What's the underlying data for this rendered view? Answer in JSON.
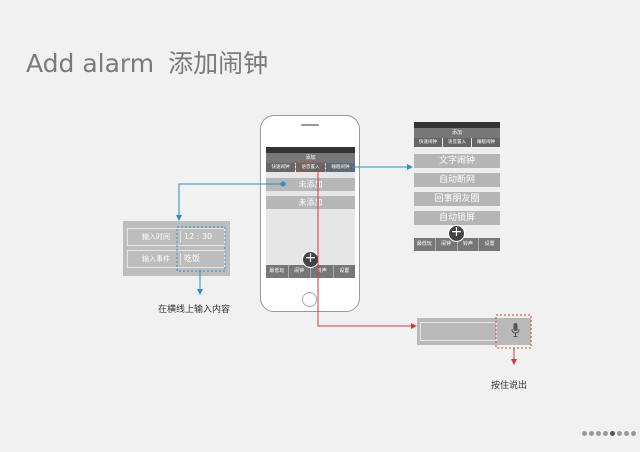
{
  "title": {
    "en": "Add alarm",
    "zh": "添加闹钟"
  },
  "phone": {
    "header": "添加",
    "tabs": [
      "快速闹钟",
      "语音置入",
      "睡眠闹钟"
    ],
    "items": [
      "未添加",
      "未添加"
    ],
    "nav": [
      "最低玩",
      "闹钟",
      "铃声",
      "设置"
    ],
    "plus": "+"
  },
  "right_screen": {
    "header": "添加",
    "tabs": [
      "快速闹钟",
      "语音置入",
      "睡眠闹钟"
    ],
    "items": [
      "文字闹钟",
      "自动断网",
      "回事朋友圈",
      "自动锁屏"
    ],
    "nav": [
      "最低玩",
      "闹钟",
      "铃声",
      "设置"
    ],
    "plus": "+"
  },
  "input_panel": {
    "time_label": "输入时间",
    "time_value": "12 : 30",
    "event_label": "输入事件",
    "event_value": "吃饭"
  },
  "annotations": {
    "input_hint": "在横线上输入内容",
    "voice_hint": "按住说出"
  },
  "pager": {
    "total": 8,
    "active_index": 4
  },
  "colors": {
    "blue": "#2a8fc7",
    "red": "#d23a3a"
  }
}
